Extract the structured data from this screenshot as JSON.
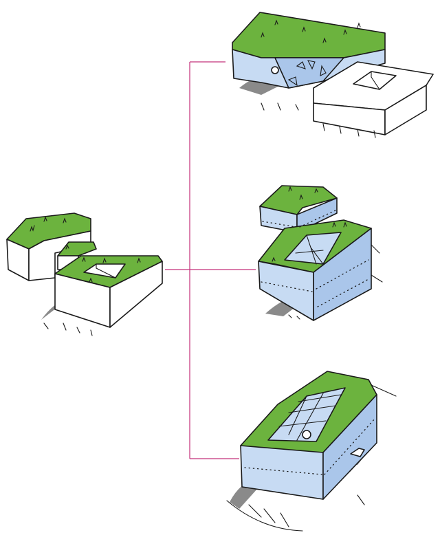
{
  "colors": {
    "grass": "#6cb33e",
    "glass": "#c7dbf3",
    "glass_deep": "#aac6ea",
    "wall": "#ffffff",
    "ink": "#1a1a1a",
    "shadow": "#8a8a8a",
    "connector": "#c4307a"
  },
  "diagram": {
    "source": "base-massing",
    "variants": [
      "variant-glazed-base",
      "variant-stacked-glass",
      "variant-courtyard-block"
    ]
  }
}
